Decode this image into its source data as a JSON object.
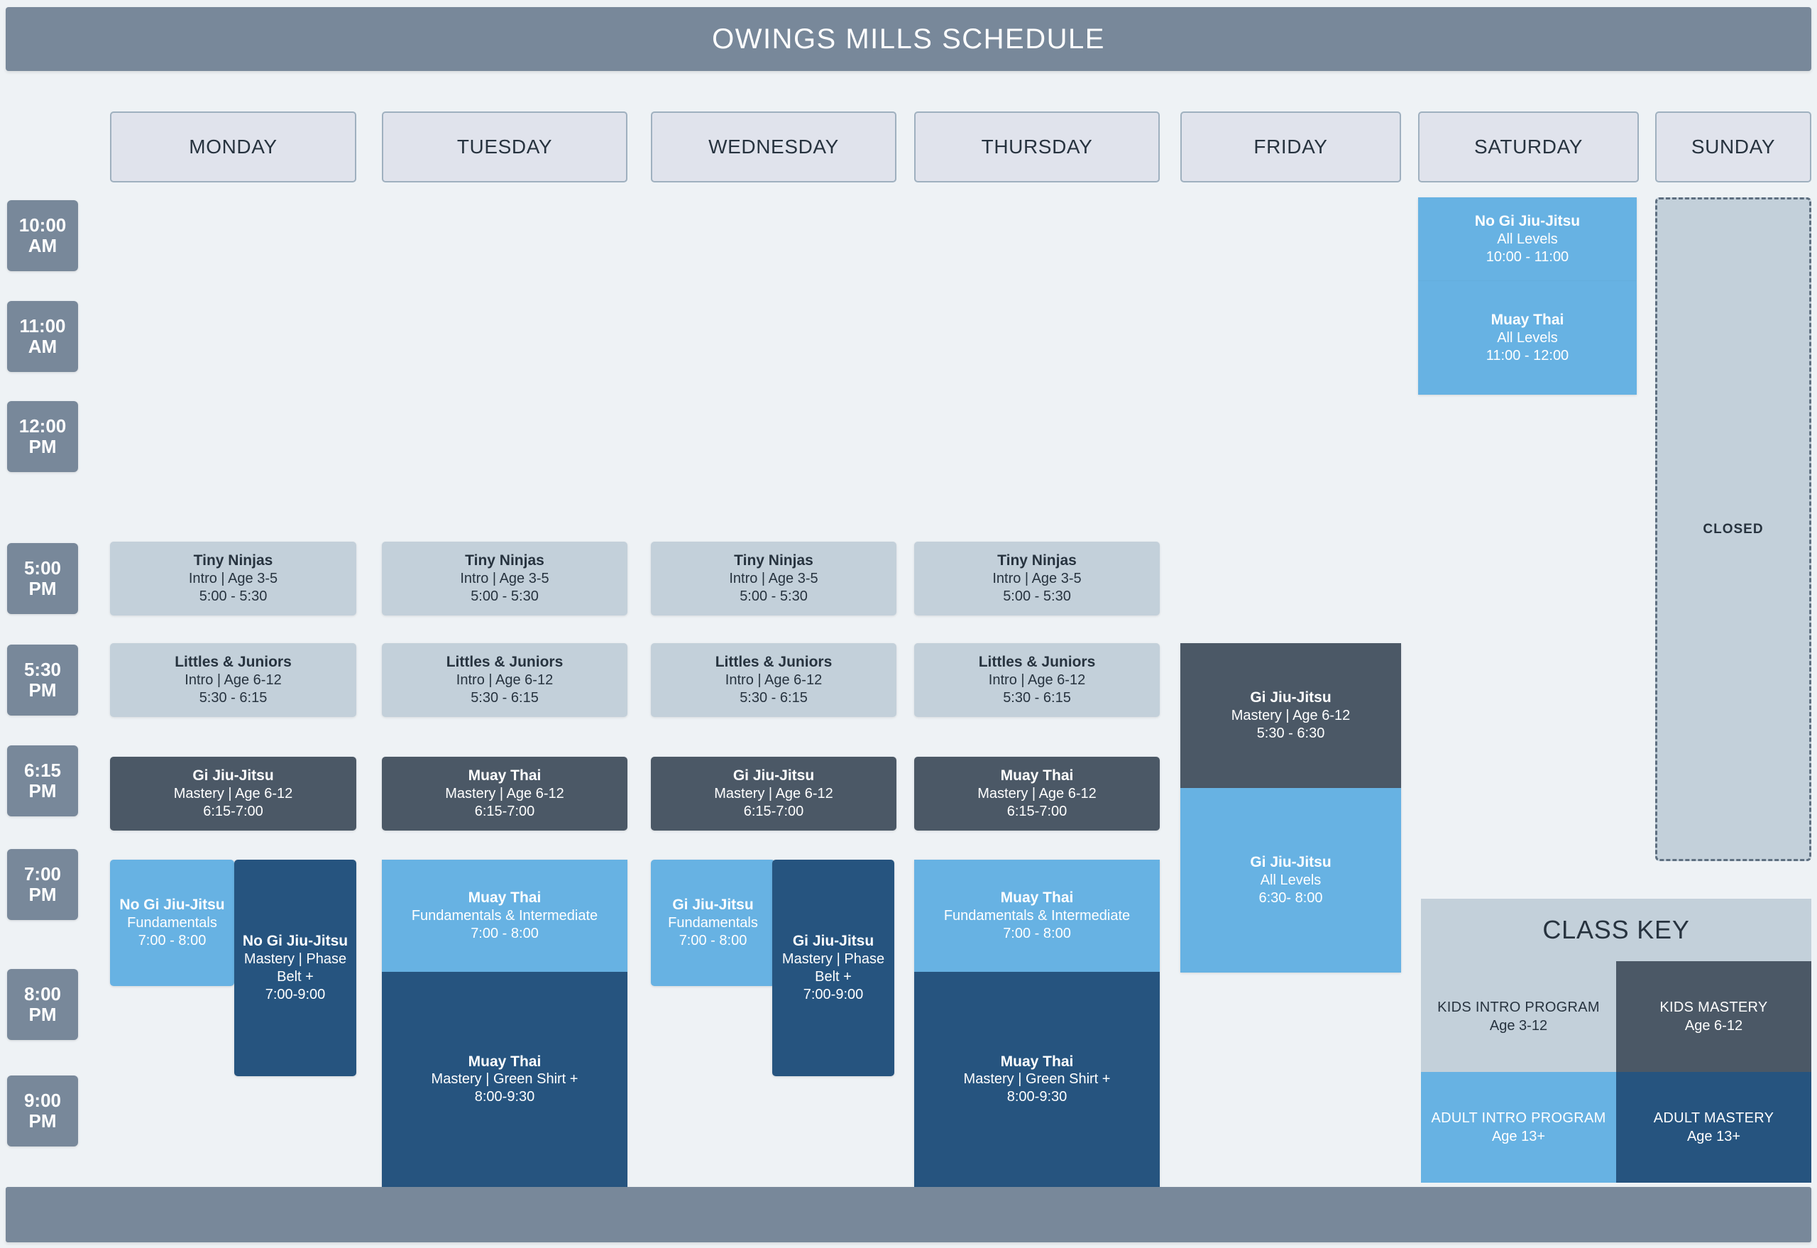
{
  "header": {
    "title": "OWINGS MILLS SCHEDULE"
  },
  "days": [
    {
      "label": "MONDAY"
    },
    {
      "label": "TUESDAY"
    },
    {
      "label": "WEDNESDAY"
    },
    {
      "label": "THURSDAY"
    },
    {
      "label": "FRIDAY"
    },
    {
      "label": "SATURDAY"
    },
    {
      "label": "SUNDAY"
    }
  ],
  "times": [
    {
      "hour": "10:00",
      "meridiem": "AM"
    },
    {
      "hour": "11:00",
      "meridiem": "AM"
    },
    {
      "hour": "12:00",
      "meridiem": "PM"
    },
    {
      "hour": "5:00",
      "meridiem": "PM"
    },
    {
      "hour": "5:30",
      "meridiem": "PM"
    },
    {
      "hour": "6:15",
      "meridiem": "PM"
    },
    {
      "hour": "7:00",
      "meridiem": "PM"
    },
    {
      "hour": "8:00",
      "meridiem": "PM"
    },
    {
      "hour": "9:00",
      "meridiem": "PM"
    }
  ],
  "closed": {
    "label": "CLOSED"
  },
  "classes": [
    {
      "day": "Saturday",
      "name": "No Gi Jiu-Jitsu",
      "level": "All Levels",
      "time": "10:00 - 11:00",
      "category": "adult-intro"
    },
    {
      "day": "Saturday",
      "name": "Muay Thai",
      "level": "All Levels",
      "time": "11:00 - 12:00",
      "category": "adult-intro"
    },
    {
      "day": "Monday",
      "name": "Tiny Ninjas",
      "level": "Intro | Age 3-5",
      "time": "5:00 - 5:30",
      "category": "kids-intro"
    },
    {
      "day": "Tuesday",
      "name": "Tiny Ninjas",
      "level": "Intro | Age 3-5",
      "time": "5:00 - 5:30",
      "category": "kids-intro"
    },
    {
      "day": "Wednesday",
      "name": "Tiny Ninjas",
      "level": "Intro | Age 3-5",
      "time": "5:00 - 5:30",
      "category": "kids-intro"
    },
    {
      "day": "Thursday",
      "name": "Tiny Ninjas",
      "level": "Intro | Age 3-5",
      "time": "5:00 - 5:30",
      "category": "kids-intro"
    },
    {
      "day": "Monday",
      "name": "Littles & Juniors",
      "level": "Intro | Age 6-12",
      "time": "5:30 - 6:15",
      "category": "kids-intro"
    },
    {
      "day": "Tuesday",
      "name": "Littles & Juniors",
      "level": "Intro | Age 6-12",
      "time": "5:30 - 6:15",
      "category": "kids-intro"
    },
    {
      "day": "Wednesday",
      "name": "Littles & Juniors",
      "level": "Intro | Age 6-12",
      "time": "5:30 - 6:15",
      "category": "kids-intro"
    },
    {
      "day": "Thursday",
      "name": "Littles & Juniors",
      "level": "Intro | Age 6-12",
      "time": "5:30 - 6:15",
      "category": "kids-intro"
    },
    {
      "day": "Friday",
      "name": "Gi Jiu-Jitsu",
      "level": "Mastery | Age 6-12",
      "time": "5:30 - 6:30",
      "category": "kids-mastery"
    },
    {
      "day": "Monday",
      "name": "Gi Jiu-Jitsu",
      "level": "Mastery | Age 6-12",
      "time": "6:15-7:00",
      "category": "kids-mastery"
    },
    {
      "day": "Tuesday",
      "name": "Muay Thai",
      "level": "Mastery | Age 6-12",
      "time": "6:15-7:00",
      "category": "kids-mastery"
    },
    {
      "day": "Wednesday",
      "name": "Gi Jiu-Jitsu",
      "level": "Mastery | Age 6-12",
      "time": "6:15-7:00",
      "category": "kids-mastery"
    },
    {
      "day": "Thursday",
      "name": "Muay Thai",
      "level": "Mastery | Age 6-12",
      "time": "6:15-7:00",
      "category": "kids-mastery"
    },
    {
      "day": "Friday",
      "name": "Gi Jiu-Jitsu",
      "level": "All Levels",
      "time": "6:30- 8:00",
      "category": "adult-intro"
    },
    {
      "day": "Monday",
      "name": "No Gi Jiu-Jitsu",
      "level": "Fundamentals",
      "time": "7:00 - 8:00",
      "category": "adult-intro"
    },
    {
      "day": "Monday",
      "name": "No Gi Jiu-Jitsu",
      "level": "Mastery | Phase Belt +",
      "time": "7:00-9:00",
      "category": "adult-mastery"
    },
    {
      "day": "Tuesday",
      "name": "Muay Thai",
      "level": "Fundamentals & Intermediate",
      "time": "7:00 - 8:00",
      "category": "adult-intro"
    },
    {
      "day": "Tuesday",
      "name": "Muay Thai",
      "level": "Mastery | Green Shirt +",
      "time": "8:00-9:30",
      "category": "adult-mastery"
    },
    {
      "day": "Wednesday",
      "name": "Gi Jiu-Jitsu",
      "level": "Fundamentals",
      "time": "7:00 - 8:00",
      "category": "adult-intro"
    },
    {
      "day": "Wednesday",
      "name": "Gi Jiu-Jitsu",
      "level": "Mastery | Phase Belt +",
      "time": "7:00-9:00",
      "category": "adult-mastery"
    },
    {
      "day": "Thursday",
      "name": "Muay Thai",
      "level": "Fundamentals & Intermediate",
      "time": "7:00 - 8:00",
      "category": "adult-intro"
    },
    {
      "day": "Thursday",
      "name": "Muay Thai",
      "level": "Mastery | Green Shirt +",
      "time": "8:00-9:30",
      "category": "adult-mastery"
    }
  ],
  "class_key": {
    "title": "CLASS KEY",
    "items": [
      {
        "name": "KIDS INTRO PROGRAM",
        "age": "Age 3-12",
        "color": "#c3d0da"
      },
      {
        "name": "KIDS MASTERY",
        "age": "Age 6-12",
        "color": "#4b5866"
      },
      {
        "name": "ADULT INTRO PROGRAM",
        "age": "Age 13+",
        "color": "#67b2e3"
      },
      {
        "name": "ADULT MASTERY",
        "age": "Age 13+",
        "color": "#26547f"
      }
    ]
  },
  "colors": {
    "page_background": "#eef2f5",
    "title_bar": "#78889a",
    "day_header": "#e0e3ec",
    "kids_intro": "#c3d0da",
    "kids_mastery": "#4b5866",
    "adult_intro": "#67b2e3",
    "adult_mastery": "#26547f",
    "closed": "#c3d0da"
  }
}
